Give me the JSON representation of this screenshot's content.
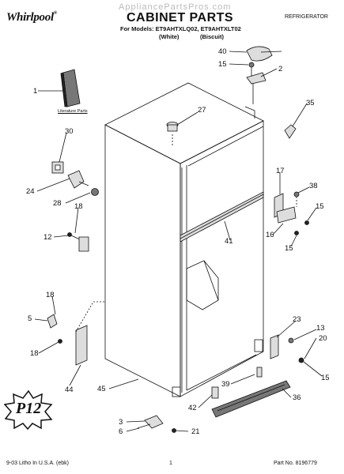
{
  "header": {
    "brand": "Whirlpool",
    "brand_mark": "®",
    "watermark": "AppliancePartsPros.com",
    "title": "CABINET PARTS",
    "category": "REFRIGERATOR",
    "models_line": "For Models: ET9AHTXLQ02, ET9AHTXLT02",
    "variant_white": "(White)",
    "variant_biscuit": "(Biscuit)"
  },
  "literature_caption": "Literature Parts",
  "badge": "P12",
  "callouts": [
    "40",
    "15",
    "2",
    "1",
    "35",
    "27",
    "30",
    "17",
    "38",
    "24",
    "28",
    "18",
    "15",
    "12",
    "16",
    "41",
    "15",
    "18",
    "5",
    "18",
    "23",
    "13",
    "20",
    "44",
    "45",
    "15",
    "39",
    "36",
    "42",
    "3",
    "6",
    "21"
  ],
  "footer": {
    "left": "9-03 Litho In U.S.A. (ebk)",
    "page": "1",
    "part_no": "Part No. 8196779"
  }
}
